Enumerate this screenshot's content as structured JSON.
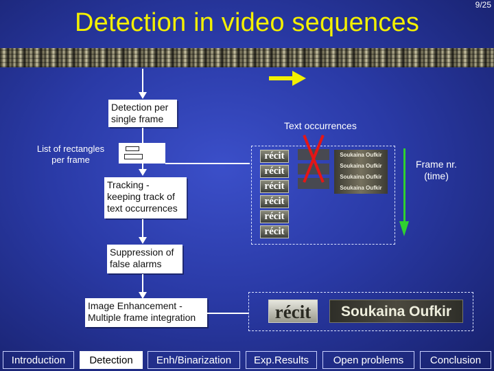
{
  "slide": {
    "title": "Detection in video sequences",
    "page_number": "9/25"
  },
  "flow": {
    "step1": "Detection per single frame",
    "list_label": "List of rectangles per frame",
    "step2": "Tracking - keeping track of text occurrences",
    "step3": "Suppression of false alarms",
    "step4": "Image Enhancement - Multiple frame integration"
  },
  "figure": {
    "text_occurrences_label": "Text occurrences",
    "frame_label": "Frame nr. (time)",
    "recit_word": "récit",
    "soukaina_word": "Soukaina Oufkir",
    "enh_recit_word": "récit",
    "enh_soukaina_word": "Soukaina Oufkir"
  },
  "colors": {
    "title": "#f3f000",
    "accent_arrow": "#f3f000",
    "reject_cross": "#e41616",
    "time_arrow": "#2fd12f"
  },
  "nav": {
    "items": [
      {
        "label": "Introduction"
      },
      {
        "label": "Detection"
      },
      {
        "label": "Enh/Binarization"
      },
      {
        "label": "Exp.Results"
      },
      {
        "label": "Open problems"
      },
      {
        "label": "Conclusion"
      }
    ],
    "active": "Detection"
  }
}
